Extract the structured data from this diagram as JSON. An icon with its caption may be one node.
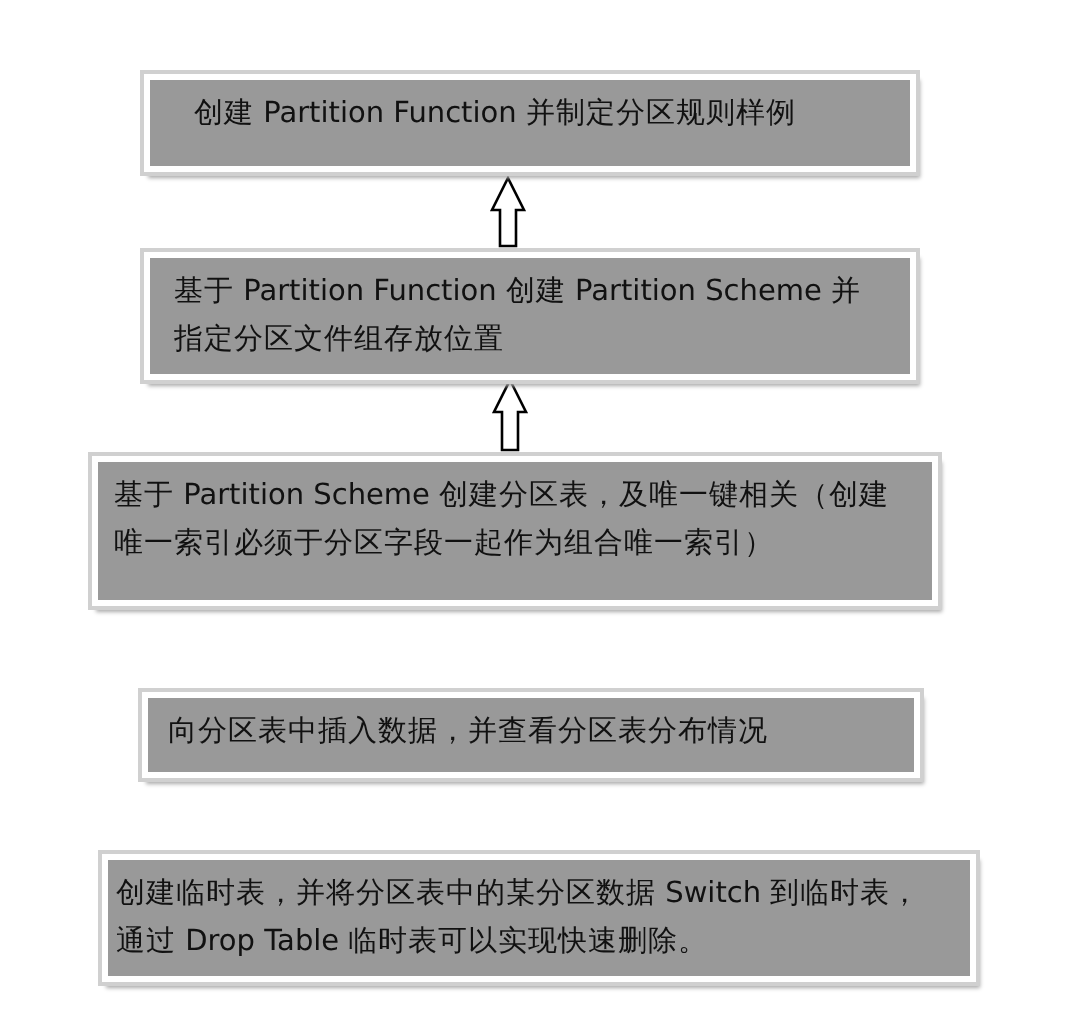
{
  "diagram": {
    "nodes": [
      {
        "text": [
          "创建 Partition Function 并制定分区规则样例"
        ]
      },
      {
        "text": [
          "基于 Partition Function 创建 Partition Scheme 并指定分区文件组存放位置"
        ]
      },
      {
        "text": [
          "基于 Partition Scheme 创建分区表，及唯一键相关（创建唯一索引必须于分区字段一起作为组合唯一索引）"
        ]
      },
      {
        "text": [
          "向分区表中插入数据，并查看分区表分布情况"
        ]
      },
      {
        "text": [
          "创建临时表，并将分区表中的某分区数据 Switch 到临时表，通过 Drop Table 临时表可以实现快速删除。"
        ]
      }
    ],
    "edges": [
      {
        "from": 1,
        "to": 0,
        "arrow": "to"
      },
      {
        "from": 2,
        "to": 1,
        "arrow": "to"
      }
    ]
  }
}
